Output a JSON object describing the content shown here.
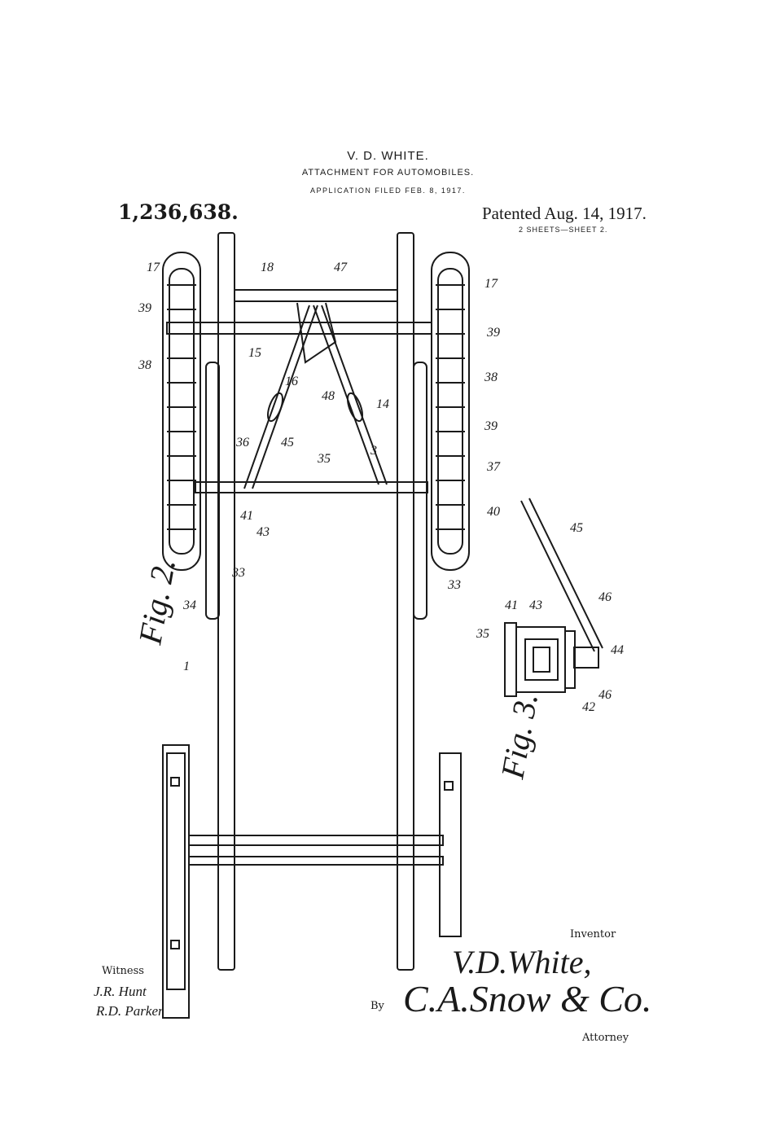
{
  "header": {
    "inventor_name": "V. D. WHITE.",
    "title": "ATTACHMENT FOR AUTOMOBILES.",
    "application": "APPLICATION FILED FEB. 8, 1917.",
    "patent_number": "1,236,638.",
    "patented": "Patented Aug. 14, 1917.",
    "sheets": "2 SHEETS—SHEET 2."
  },
  "figures": {
    "fig2": "Fig. 2.",
    "fig3": "Fig. 3."
  },
  "reference_numerals": [
    "17",
    "39",
    "38",
    "18",
    "47",
    "15",
    "16",
    "48",
    "14",
    "36",
    "45",
    "35",
    "3",
    "41",
    "43",
    "34",
    "33",
    "1",
    "17",
    "39",
    "38",
    "39",
    "37",
    "40",
    "33",
    "45",
    "41",
    "43",
    "35",
    "46",
    "44",
    "46",
    "42"
  ],
  "footer": {
    "witness_label": "Witness",
    "witness_signature_1": "J.R. Hunt",
    "witness_signature_2": "R.D. Parker",
    "inventor_label": "Inventor",
    "inventor_signature": "V.D.White,",
    "by_label": "By",
    "attorney_signature": "C.A.Snow & Co.",
    "attorney_label": "Attorney"
  }
}
